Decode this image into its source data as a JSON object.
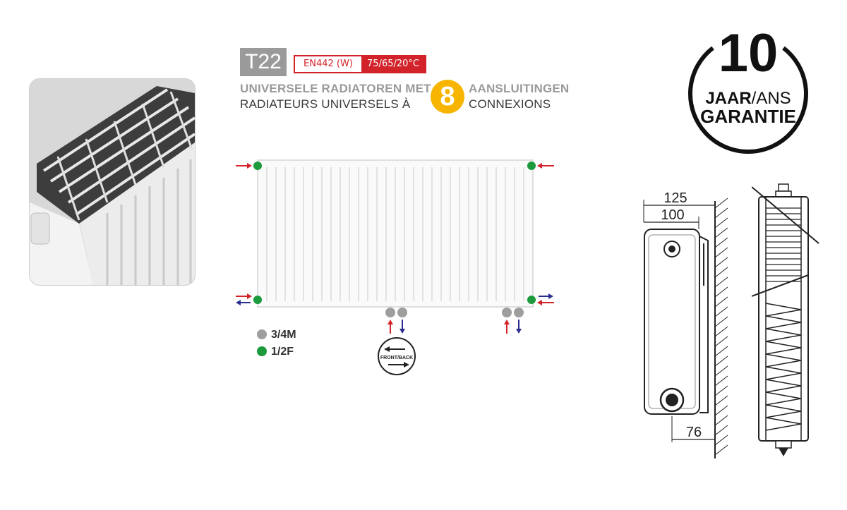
{
  "model_badge": "T22",
  "standard": {
    "norm": "EN442 (W)",
    "temps": "75/65/20°C"
  },
  "headline": {
    "nl_left": "UNIVERSELE RADIATOREN MET",
    "fr_left": "RADIATEURS UNIVERSELS À",
    "connections_count": "8",
    "nl_right": "AANSLUITINGEN",
    "fr_right": "CONNEXIONS"
  },
  "legend": [
    {
      "label": "3/4M",
      "color": "#9e9e9e"
    },
    {
      "label": "1/2F",
      "color": "#1c9a3c"
    }
  ],
  "front_back_label": "FRONT/BACK",
  "warranty": {
    "number": "10",
    "line1_bold": "JAAR",
    "line1_rest": "/ANS",
    "line2": "GARANTIE"
  },
  "dimensions": {
    "outer_depth": "125",
    "inner_depth": "100",
    "wall_offset": "76"
  },
  "colors": {
    "accent_red": "#d3232a",
    "accent_yellow": "#f7b500",
    "connection_green": "#1c9a3c",
    "connection_grey": "#9e9e9e",
    "flow_in": "#d3232a",
    "flow_out": "#2b2d8f"
  }
}
